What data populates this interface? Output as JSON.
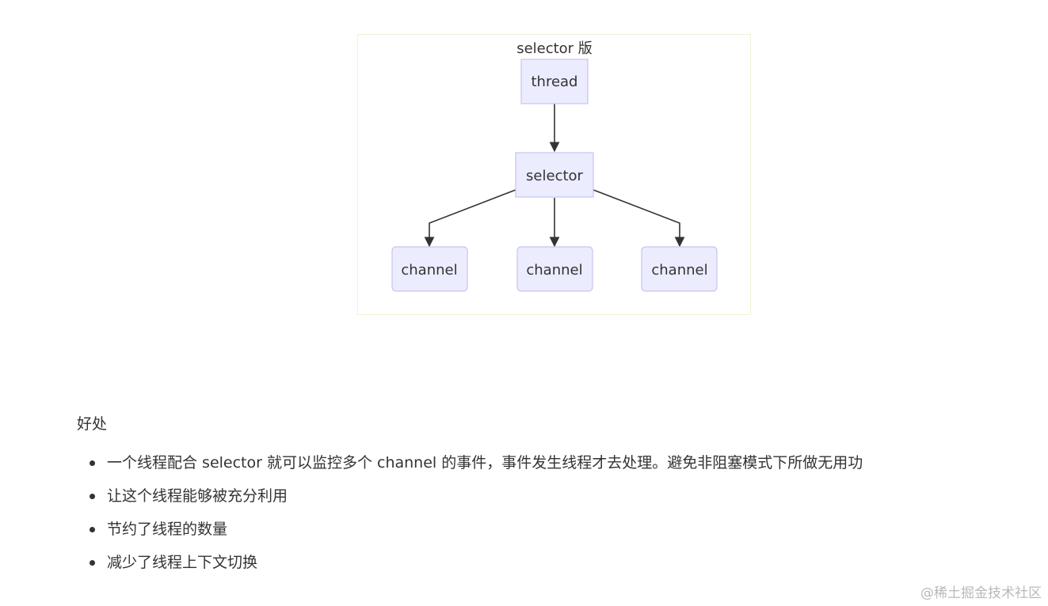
{
  "diagram": {
    "title": "selector 版",
    "nodes": {
      "thread": "thread",
      "selector": "selector",
      "channel_1": "channel",
      "channel_2": "channel",
      "channel_3": "channel"
    },
    "edges": [
      {
        "from": "thread",
        "to": "selector"
      },
      {
        "from": "selector",
        "to": "channel_1"
      },
      {
        "from": "selector",
        "to": "channel_2"
      },
      {
        "from": "selector",
        "to": "channel_3"
      }
    ],
    "colors": {
      "node_fill": "#ececff",
      "node_border": "#c9c3ee",
      "edge": "#333333",
      "frame_border": "#f2f2d6"
    }
  },
  "benefits": {
    "heading": "好处",
    "items": [
      "一个线程配合 selector 就可以监控多个 channel 的事件，事件发生线程才去处理。避免非阻塞模式下所做无用功",
      "让这个线程能够被充分利用",
      "节约了线程的数量",
      "减少了线程上下文切换"
    ]
  },
  "watermark": "@稀土掘金技术社区"
}
